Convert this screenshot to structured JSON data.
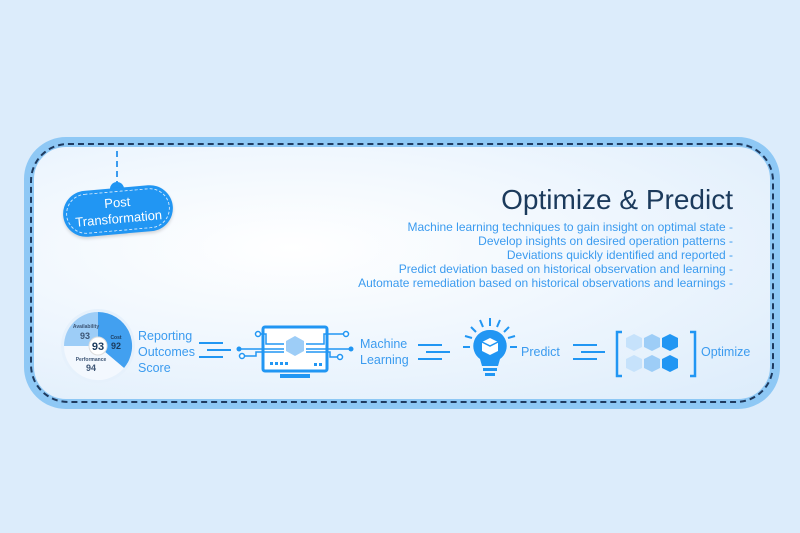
{
  "badge": {
    "line1": "Post",
    "line2": "Transformation"
  },
  "title": "Optimize & Predict",
  "bullets": [
    "Machine learning techniques to gain insight on optimal state -",
    "Develop insights on desired operation patterns -",
    "Deviations quickly identified and reported -",
    "Predict deviation based on historical observation and learning -",
    "Automate remediation based on historical observations and learnings -"
  ],
  "score": {
    "center": "93",
    "availability_label": "Availability",
    "availability": "93",
    "cost_label": "Cost",
    "cost": "92",
    "performance_label": "Performance",
    "performance": "94"
  },
  "steps": {
    "reporting": [
      "Reporting",
      "Outcomes",
      "Score"
    ],
    "ml": [
      "Machine",
      "Learning"
    ],
    "predict": "Predict",
    "optimize": "Optimize"
  },
  "colors": {
    "primary": "#2196f3",
    "light": "#8ec8f5",
    "navy": "#1b3a5c"
  }
}
